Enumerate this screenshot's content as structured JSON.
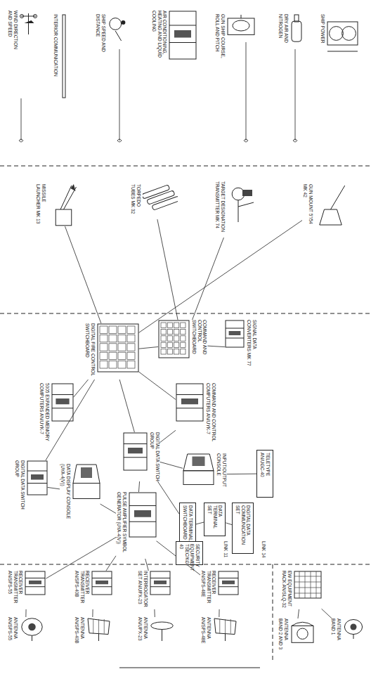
{
  "diagram": {
    "nodes": [
      {
        "text": [
          "WIND DIRECTION AND SPEED"
        ]
      },
      {
        "text": [
          "INTERIOR COMMUNICATION"
        ]
      },
      {
        "text": [
          "SHIP SPEED AND DISTANCE"
        ]
      },
      {
        "text": [
          "AIR CONDITIONING, HEATING AND LIQUID COOLING"
        ]
      },
      {
        "text": [
          "GUN SHIP COURSE, ROLL AND PITCH"
        ]
      },
      {
        "text": [
          "DRY AIR AND NITROGEN"
        ]
      },
      {
        "text": [
          "SHIP POWER"
        ]
      },
      {
        "text": [
          "MISSILE LAUNCHER MK 13"
        ]
      },
      {
        "text": [
          "TORPEDO TUBES MK 32"
        ]
      },
      {
        "text": [
          "TARGET DESIGNATION TRANSMITTER MK 74"
        ]
      },
      {
        "text": [
          "GUN MOUNT 5\"/54 MK 42"
        ]
      },
      {
        "text": [
          "DIGITAL FIRE CONTROL SWITCHBOARD"
        ]
      },
      {
        "text": [
          "COMMAND AND CONTROL SWITCHBOARD"
        ]
      },
      {
        "text": [
          "SIGNAL DATA CONVERTERS MK 77"
        ]
      },
      {
        "text": [
          "5005 EXPANDED MEMORY COMPUTERS AN/UYK-7"
        ]
      },
      {
        "text": [
          "COMMAND AND CONTROL COMPUTERS AN/UYK-7"
        ]
      },
      {
        "text": [
          "INPUT/OUTPUT CONSOLE"
        ]
      },
      {
        "text": [
          "DIGITAL DATA SWITCH GROUP"
        ]
      },
      {
        "text": [
          "DATA DISPLAY CONSOLE (UYA-4(V))"
        ]
      },
      {
        "text": [
          "DIGITAL DATA SWITCH GROUP"
        ]
      },
      {
        "text": [
          "PULSE AMPLIFIER SYMBOL GENERATOR (UYA-4(V))"
        ]
      },
      {
        "text": [
          "DATA TERMINAL SWITCHBOARD"
        ]
      },
      {
        "text": [
          "DATA TERMINAL SET"
        ]
      },
      {
        "text": [
          "SECURITY EQUIPMENT TSEC/KG-40"
        ]
      },
      {
        "text": [
          "DIGITAL DATA COMMUNICATION SET"
        ]
      },
      {
        "text": [
          "TELETYPE AN/UGC-40"
        ]
      },
      {
        "text": [
          "RECEIVER TRANSMITTER AN/SPS-55"
        ]
      },
      {
        "text": [
          "RECEIVER TRANSMITTER AN/SPS-40B"
        ]
      },
      {
        "text": [
          "INTERROGATOR SET AN/UPX-23"
        ]
      },
      {
        "text": [
          "RECEIVER TRANSMITTER AN/SPS-48E"
        ]
      },
      {
        "text": [
          "ANTENNA AN/SPS-55"
        ]
      },
      {
        "text": [
          "ANTENNA AN/SPS-40B"
        ]
      },
      {
        "text": [
          "ANTENNA AN/UPX-23"
        ]
      },
      {
        "text": [
          "ANTENNA AN/SPS-48E"
        ]
      },
      {
        "text": [
          "EW EQUIPMENT RACK AN/SLQ-32"
        ]
      },
      {
        "text": [
          "ANTENNA BAND 1"
        ]
      },
      {
        "text": [
          "ANTENNA BAND 2 AND 3"
        ]
      }
    ],
    "edges": [
      {
        "from": 11,
        "to": 7,
        "arrow": "none"
      },
      {
        "from": 11,
        "to": 10,
        "arrow": "none"
      },
      {
        "from": 12,
        "to": 8,
        "arrow": "none"
      },
      {
        "from": 12,
        "to": 9,
        "arrow": "none"
      },
      {
        "from": 12,
        "to": 11,
        "arrow": "none"
      },
      {
        "from": 13,
        "to": 12,
        "arrow": "none"
      },
      {
        "from": 11,
        "to": 14,
        "arrow": "none"
      },
      {
        "from": 11,
        "to": 15,
        "arrow": "none"
      },
      {
        "from": 11,
        "to": 19,
        "arrow": "none"
      },
      {
        "from": 15,
        "to": 19,
        "arrow": "none"
      },
      {
        "from": 16,
        "to": 19,
        "arrow": "none"
      },
      {
        "from": 16,
        "to": 25,
        "arrow": "none"
      },
      {
        "from": 17,
        "to": 11,
        "arrow": "none"
      },
      {
        "from": 17,
        "to": 18,
        "arrow": "none"
      },
      {
        "from": 18,
        "to": 20,
        "arrow": "none"
      },
      {
        "from": 19,
        "to": 20,
        "arrow": "none"
      },
      {
        "from": 19,
        "to": 21,
        "arrow": "none"
      },
      {
        "from": 21,
        "to": 22,
        "arrow": "none"
      },
      {
        "from": 21,
        "to": 23,
        "arrow": "none"
      },
      {
        "from": 22,
        "to": 24,
        "arrow": "none"
      },
      {
        "from": 20,
        "to": 26,
        "arrow": "none"
      },
      {
        "from": 20,
        "to": 27,
        "arrow": "none"
      },
      {
        "from": 20,
        "to": 28,
        "arrow": "none"
      },
      {
        "from": 20,
        "to": 29,
        "arrow": "none"
      },
      {
        "from": 26,
        "to": 30,
        "arrow": "none"
      },
      {
        "from": 27,
        "to": 31,
        "arrow": "none"
      },
      {
        "from": 28,
        "to": 32,
        "arrow": "none"
      },
      {
        "from": 29,
        "to": 33,
        "arrow": "none"
      },
      {
        "from": 34,
        "to": 35,
        "arrow": "none"
      },
      {
        "from": 34,
        "to": 36,
        "arrow": "none"
      }
    ],
    "labels": [
      "LINK 11",
      "LINK 14"
    ]
  }
}
